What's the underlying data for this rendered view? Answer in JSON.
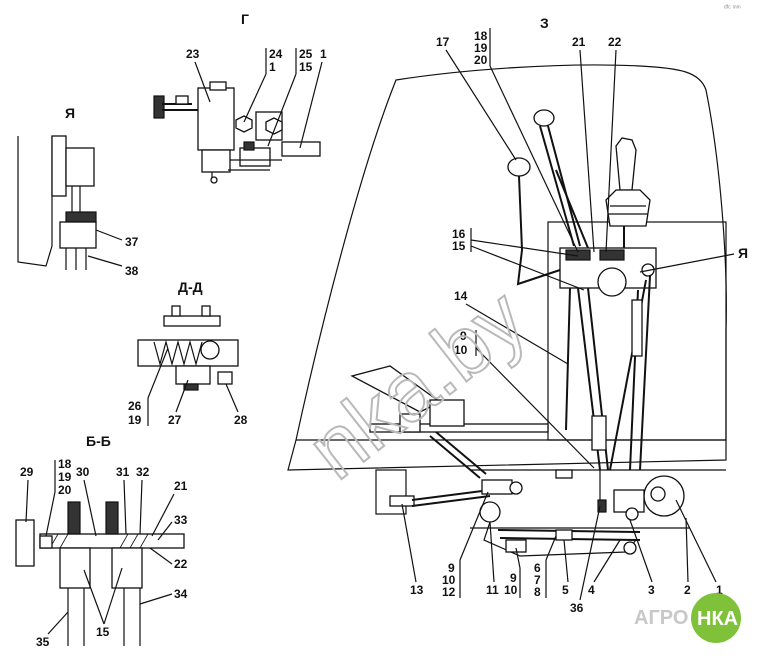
{
  "views": {
    "g": {
      "title": "Г"
    },
    "z": {
      "title": "З"
    },
    "ya": {
      "title": "Я"
    },
    "dd": {
      "title": "Д-Д"
    },
    "bb": {
      "title": "Б-Б"
    },
    "ya_ref": {
      "title": "Я"
    }
  },
  "callouts": {
    "g_23": "23",
    "g_24": "24",
    "g_1a": "1",
    "g_25": "25",
    "g_15": "15",
    "g_1b": "1",
    "ya_37": "37",
    "ya_38": "38",
    "dd_26": "26",
    "dd_19": "19",
    "dd_27": "27",
    "dd_28": "28",
    "bb_29": "29",
    "bb_18": "18",
    "bb_19": "19",
    "bb_20": "20",
    "bb_30": "30",
    "bb_31": "31",
    "bb_32": "32",
    "bb_21": "21",
    "bb_33": "33",
    "bb_22": "22",
    "bb_34": "34",
    "bb_35": "35",
    "bb_15": "15",
    "z_17": "17",
    "z_18": "18",
    "z_19": "19",
    "z_20": "20",
    "z_21": "21",
    "z_22": "22",
    "z_16": "16",
    "z_15": "15",
    "z_14": "14",
    "z_9": "9",
    "z_10": "10",
    "z_13": "13",
    "z_9b": "9",
    "z_10b": "10",
    "z_12": "12",
    "z_11": "11",
    "z_9c": "9",
    "z_10c": "10",
    "z_5": "5",
    "z_6": "6",
    "z_7": "7",
    "z_8": "8",
    "z_36": "36",
    "z_4": "4",
    "z_3": "3",
    "z_2": "2",
    "z_1": "1"
  },
  "watermark": {
    "text": "nka.by"
  },
  "logo": {
    "part1": "АГРО",
    "part2": "НКА",
    "accent_color": "#7fc23a"
  },
  "corner_note": {
    "text": "ᵈᶠᶜ ᵐᵐ"
  }
}
